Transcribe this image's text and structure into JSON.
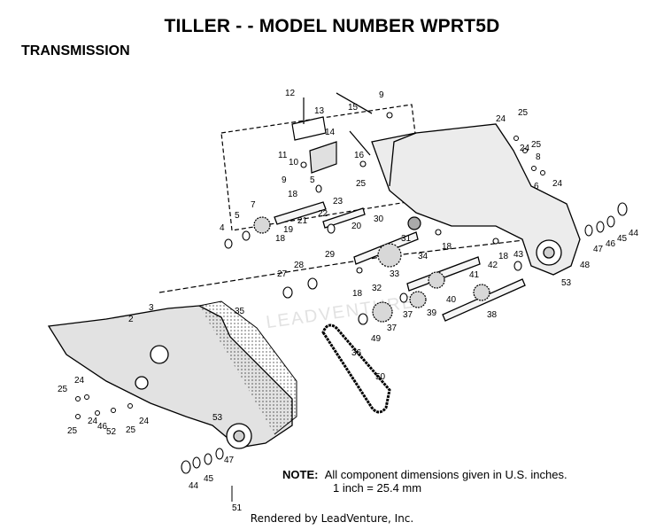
{
  "header": {
    "title": "TILLER - - MODEL NUMBER WPRT5D",
    "subtitle": "TRANSMISSION"
  },
  "watermark": "LEADVENTURE",
  "callouts": [
    "12",
    "13",
    "9",
    "15",
    "25",
    "24",
    "14",
    "25",
    "11",
    "10",
    "16",
    "9",
    "24",
    "5",
    "8",
    "24",
    "25",
    "18",
    "7",
    "6",
    "23",
    "5",
    "21",
    "22",
    "30",
    "4",
    "19",
    "18",
    "20",
    "29",
    "31",
    "18",
    "34",
    "28",
    "33",
    "42",
    "18",
    "43",
    "47",
    "46",
    "45",
    "44",
    "48",
    "27",
    "41",
    "53",
    "2",
    "3",
    "18",
    "32",
    "40",
    "35",
    "39",
    "37",
    "38",
    "49",
    "37",
    "36",
    "50",
    "25",
    "24",
    "53",
    "24",
    "25",
    "46",
    "24",
    "52",
    "25",
    "47",
    "45",
    "44",
    "51"
  ],
  "note": {
    "label": "NOTE:",
    "line1": "All component dimensions given in U.S. inches.",
    "line2": "1 inch = 25.4 mm"
  },
  "footer": "Rendered by LeadVenture, Inc."
}
